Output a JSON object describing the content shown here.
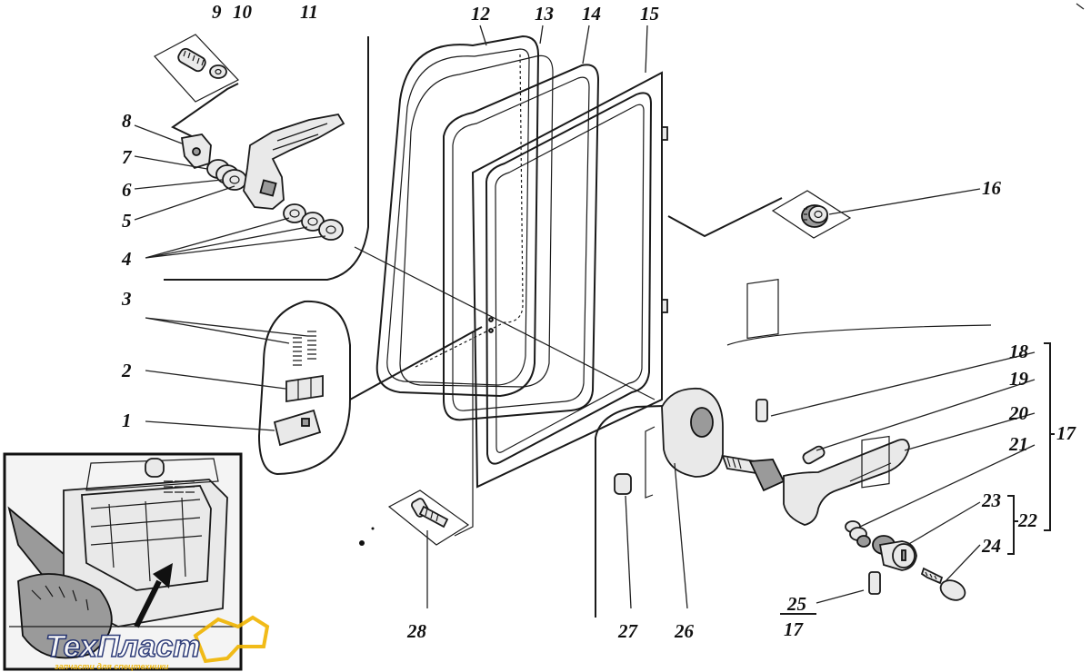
{
  "callouts": {
    "c1": "1",
    "c2": "2",
    "c3": "3",
    "c4": "4",
    "c5": "5",
    "c6": "6",
    "c7": "7",
    "c8": "8",
    "c9": "9",
    "c10": "10",
    "c11": "11",
    "c12": "12",
    "c13": "13",
    "c14": "14",
    "c15": "15",
    "c16": "16",
    "c17": "17",
    "c18": "18",
    "c19": "19",
    "c20": "20",
    "c21": "21",
    "c22": "22",
    "c23": "23",
    "c24": "24",
    "c25": "25",
    "c17b": "17",
    "c26": "26",
    "c27": "27",
    "c28": "28"
  },
  "watermark": {
    "brand": "ТехПласт",
    "tagline": "запчасти для спецтехники"
  }
}
